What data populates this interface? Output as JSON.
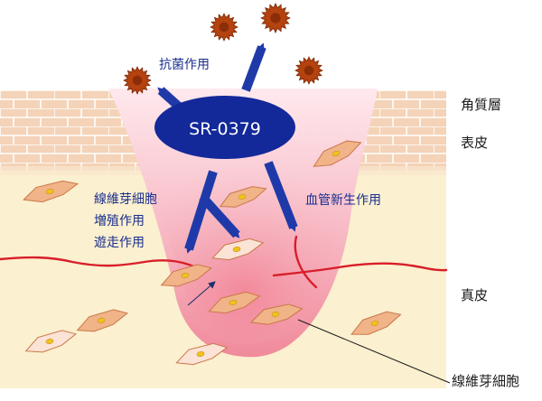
{
  "center_label": "SR-0379",
  "labels": {
    "antibacterial": "抗菌作用",
    "fibroblast_line1": "線維芽細胞",
    "fibroblast_line2": "増殖作用",
    "fibroblast_line3": "遊走作用",
    "angiogenesis": "血管新生作用",
    "stratum_corneum": "角質層",
    "epidermis": "表皮",
    "dermis": "真皮",
    "fibroblast_callout": "線維芽細胞"
  },
  "colors": {
    "brick": "#f4d3b8",
    "brick_mortar": "#ffffff",
    "dermis": "#fbf0cf",
    "wound_edge": "#ffe4ea",
    "wound_core": "#f08f9f",
    "arrow": "#1f3aa8",
    "ellipse": "#13299a",
    "vessel": "#d81e2a",
    "cell": "#f0b488",
    "cell_stroke": "#c9774a",
    "cell_pale": "#fbe3d6",
    "nucleus": "#f2c21e",
    "bacteria": "#b5420f",
    "text_blue": "#1b2f8f",
    "text_black": "#1a1a1a"
  }
}
